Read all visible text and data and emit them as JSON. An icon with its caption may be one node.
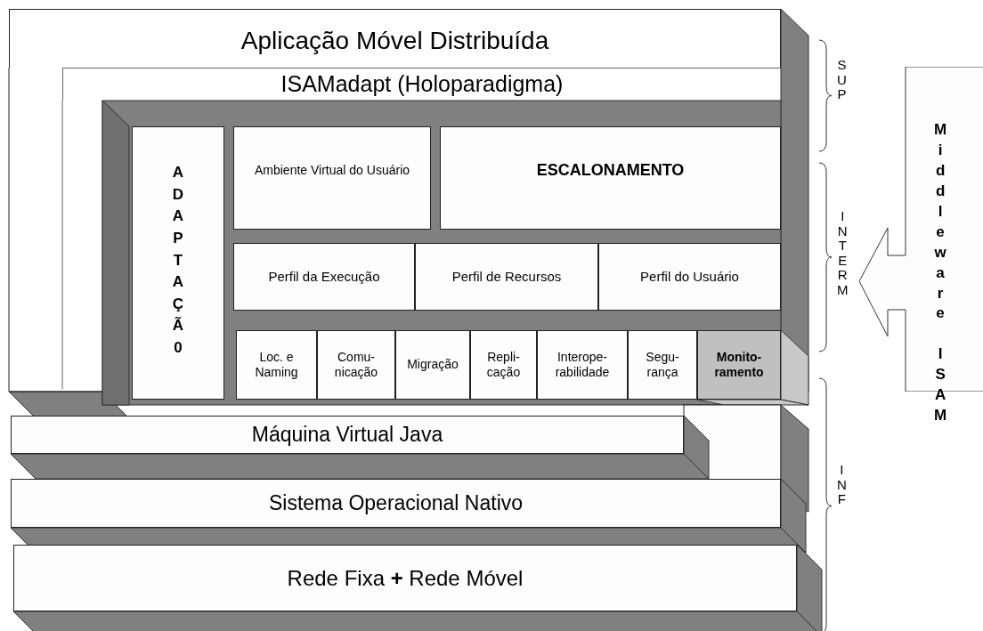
{
  "diagram": {
    "nodes": [
      {
        "text": [
          "Aplicação Móvel Distribuída"
        ]
      },
      {
        "text": [
          "ISAMadapt (Holoparadigma)"
        ]
      },
      {
        "text": [
          "ADAPTAÇÃ0"
        ]
      },
      {
        "text": [
          "Ambiente Virtual do Usuário"
        ]
      },
      {
        "text": [
          "ESCALONAMENTO"
        ]
      },
      {
        "text": [
          "Perfil da Execução"
        ]
      },
      {
        "text": [
          "Perfil de Recursos"
        ]
      },
      {
        "text": [
          "Perfil do Usuário"
        ]
      },
      {
        "text": [
          "Loc. e Naming"
        ]
      },
      {
        "text": [
          "Comu- nicação"
        ]
      },
      {
        "text": [
          "Migração"
        ]
      },
      {
        "text": [
          "Repli- cação"
        ]
      },
      {
        "text": [
          "Interope- rabilidade"
        ]
      },
      {
        "text": [
          "Segu- rança"
        ]
      },
      {
        "text": [
          "Monito- ramento"
        ]
      },
      {
        "text": [
          "Máquina Virtual Java"
        ]
      },
      {
        "text": [
          "Sistema Operacional Nativo"
        ]
      },
      {
        "text": [
          "Rede Fixa **+** Rede Móvel"
        ]
      },
      {
        "text": [
          "Middleware ISAM"
        ]
      }
    ],
    "edges": [],
    "labels": [
      "SUP",
      "INTERM",
      "INF"
    ]
  }
}
